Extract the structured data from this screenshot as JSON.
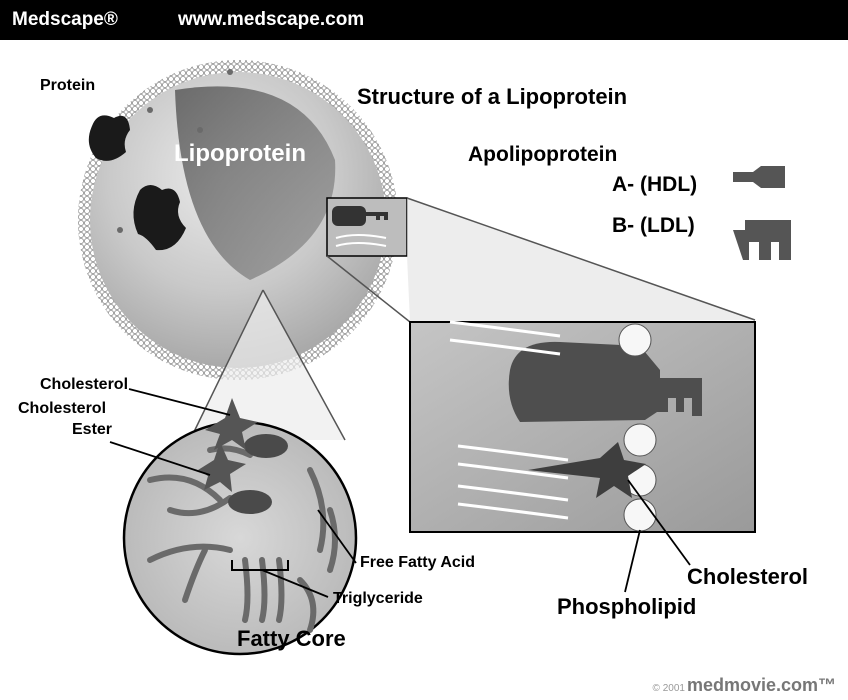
{
  "header": {
    "brand": "Medscape®",
    "url": "www.medscape.com"
  },
  "title": "Structure of a Lipoprotein",
  "labels": {
    "protein": "Protein",
    "lipoprotein": "Lipoprotein",
    "apolipoprotein": "Apolipoprotein",
    "apo_a": "A- (HDL)",
    "apo_b": "B- (LDL)",
    "cholesterol_core": "Cholesterol",
    "cholesterol_ester_1": "Cholesterol",
    "cholesterol_ester_2": "Ester",
    "free_fatty_acid": "Free Fatty Acid",
    "triglyceride": "Triglyceride",
    "fatty_core": "Fatty Core",
    "cholesterol_membrane": "Cholesterol",
    "phospholipid": "Phospholipid"
  },
  "footer": {
    "copyright": "© 2001",
    "brand": "medmovie.com™"
  }
}
